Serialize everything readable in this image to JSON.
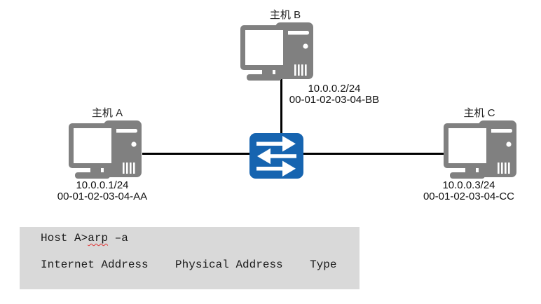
{
  "topology": {
    "hosts": [
      {
        "name": "主机 A",
        "ip": "10.0.0.1/24",
        "mac": "00-01-02-03-04-AA"
      },
      {
        "name": "主机 B",
        "ip": "10.0.0.2/24",
        "mac": "00-01-02-03-04-BB"
      },
      {
        "name": "主机 C",
        "ip": "10.0.0.3/24",
        "mac": "00-01-02-03-04-CC"
      }
    ],
    "switch": {
      "icon": "ethernet-switch-icon"
    }
  },
  "console": {
    "prompt": "Host A>",
    "command": "arp",
    "command_args": " –a",
    "table_header": "Internet Address    Physical Address    Type"
  },
  "colors": {
    "device_gray": "#808080",
    "switch_blue": "#1664b0",
    "cable_black": "#000000",
    "console_bg": "#d9d9d9",
    "squiggle_red": "#e03535"
  }
}
